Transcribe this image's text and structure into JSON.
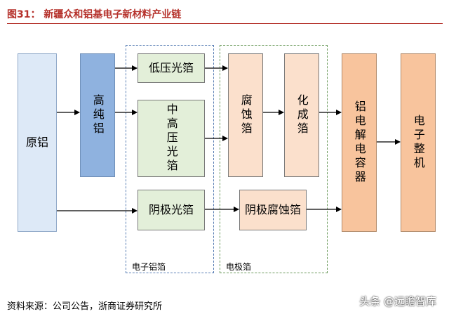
{
  "title": "图31：  新疆众和铝基电子新材料产业链",
  "nodes": {
    "raw_aluminum": "原铝",
    "high_purity_aluminum": "高纯铝",
    "low_voltage_foil": "低压光箔",
    "mid_high_voltage_foil": "中高压光箔",
    "cathode_foil": "阴极光箔",
    "etched_foil": "腐蚀箔",
    "formed_foil": "化成箔",
    "cathode_etched_foil": "阴极腐蚀箔",
    "aluminum_electrolytic_capacitor": "铝电解电容器",
    "electronic_device": "电子整机"
  },
  "groups": {
    "electronic_aluminum_foil": "电子铝箔",
    "electrode_foil": "电极箔"
  },
  "footer": "资料来源：公司公告，浙商证券研究所",
  "watermark": "头条 @远瞻智库"
}
